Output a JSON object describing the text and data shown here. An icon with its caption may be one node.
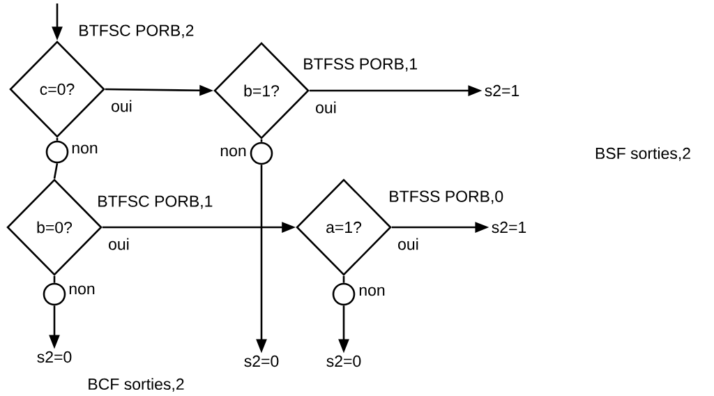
{
  "diagram": {
    "nodes": [
      {
        "text": [
          "c=0?"
        ],
        "beside": [
          "BTFSC PORB,2"
        ]
      },
      {
        "text": [
          "b=1?"
        ],
        "beside": [
          "BTFSS PORB,1"
        ]
      },
      {
        "text": [
          "b=0?"
        ],
        "beside": [
          "BTFSC PORB,1"
        ]
      },
      {
        "text": [
          "a=1?"
        ],
        "beside": [
          "BTFSS PORB,0"
        ]
      },
      {
        "text": [],
        "shape": "circle",
        "beside": [
          "non"
        ]
      },
      {
        "text": [],
        "shape": "circle",
        "beside": [
          "non"
        ]
      },
      {
        "text": [],
        "shape": "circle",
        "beside": [
          "non"
        ]
      },
      {
        "text": [],
        "shape": "circle",
        "beside": [
          "non"
        ]
      },
      {
        "text": [
          "s2=1"
        ]
      },
      {
        "text": [
          "s2=1"
        ]
      },
      {
        "text": [
          "s2=0"
        ]
      },
      {
        "text": [
          "s2=0"
        ]
      },
      {
        "text": [
          "s2=0"
        ]
      }
    ],
    "edges": [
      {
        "from": null,
        "to": 0,
        "arrow": "to"
      },
      {
        "from": 0,
        "to": 1,
        "arrow": "to",
        "label": "oui"
      },
      {
        "from": 0,
        "to": 4,
        "arrow": "none"
      },
      {
        "from": 4,
        "to": 2,
        "arrow": "none"
      },
      {
        "from": 1,
        "to": 8,
        "arrow": "to",
        "label": "oui"
      },
      {
        "from": 1,
        "to": 5,
        "arrow": "none"
      },
      {
        "from": 5,
        "to": 11,
        "arrow": "to"
      },
      {
        "from": 2,
        "to": 3,
        "arrow": "to",
        "label": "oui"
      },
      {
        "from": 2,
        "to": 6,
        "arrow": "none"
      },
      {
        "from": 6,
        "to": 10,
        "arrow": "to"
      },
      {
        "from": 3,
        "to": 9,
        "arrow": "to",
        "label": "oui"
      },
      {
        "from": 3,
        "to": 7,
        "arrow": "none"
      },
      {
        "from": 7,
        "to": 12,
        "arrow": "to"
      }
    ],
    "labels": [
      "BSF sorties,2",
      "BCF sorties,2"
    ]
  }
}
